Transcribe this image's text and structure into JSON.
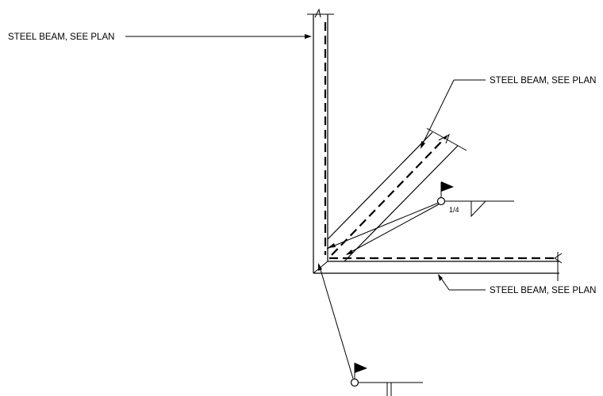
{
  "callouts": {
    "top_left": "STEEL BEAM, SEE PLAN",
    "top_right": "STEEL BEAM, SEE PLAN",
    "bottom_right": "STEEL BEAM, SEE PLAN"
  },
  "weld_size": "1/4"
}
